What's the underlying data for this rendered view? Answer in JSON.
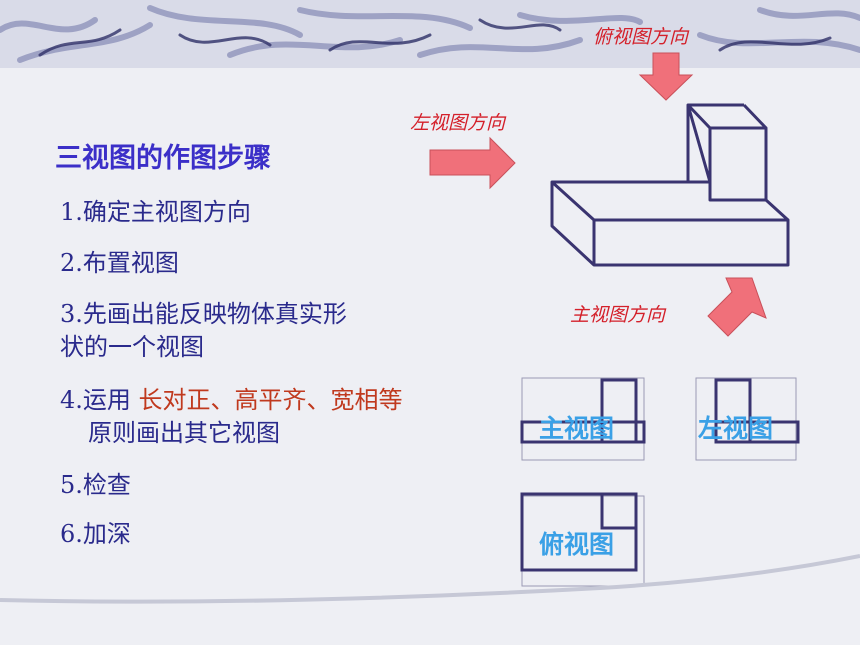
{
  "title": "三视图的作图步骤",
  "steps": {
    "s1": "1.确定主视图方向",
    "s2": "2.布置视图",
    "s3_line1": "3.先画出能反映物体真实形",
    "s3_line2": "状的一个视图",
    "s4_prefix": "4.运用 ",
    "s4_highlight": "长对正、高平齐、宽相等",
    "s4_line2": "原则画出其它视图",
    "s5": "5.检查",
    "s6": "6.加深"
  },
  "directions": {
    "top": "俯视图方向",
    "left": "左视图方向",
    "front": "主视图方向"
  },
  "views": {
    "front": "主视图",
    "left": "左视图",
    "top": "俯视图"
  },
  "colors": {
    "title": "#3b2fc8",
    "steps": "#2a2a8c",
    "highlight": "#c0391e",
    "arrow": "#f0707a",
    "direction_label": "#d4202a",
    "view_label": "#3aa0e6",
    "outline": "#3a3470"
  }
}
